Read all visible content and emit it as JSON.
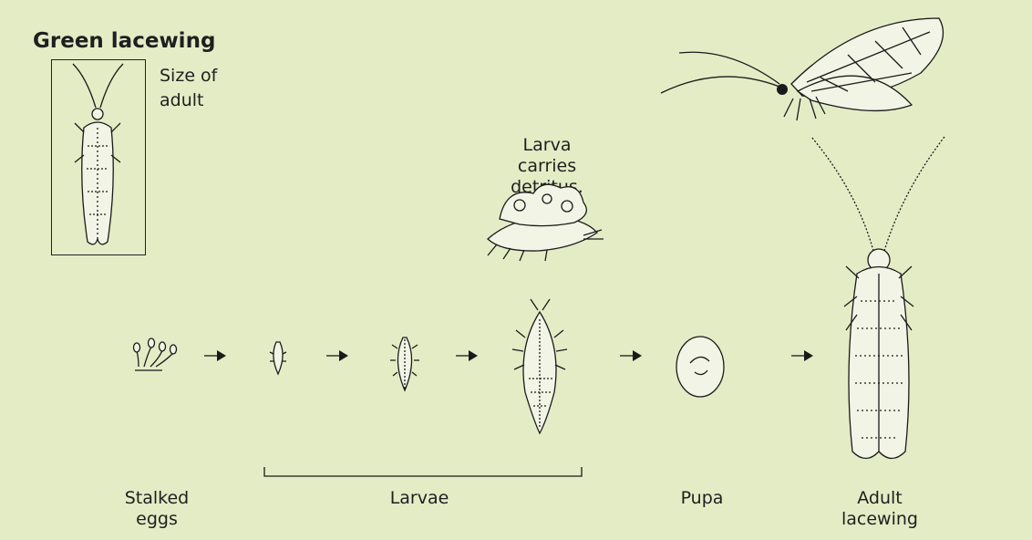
{
  "title": "Green lacewing",
  "size_label": "Size of adult",
  "larva_note": "Larva carries\ndetritus.",
  "stages": {
    "eggs": "Stalked\neggs",
    "larvae": "Larvae",
    "pupa": "Pupa",
    "adult": "Adult\nlacewing"
  },
  "colors": {
    "background": "#e4ecc6",
    "ink": "#1a1a1a"
  }
}
